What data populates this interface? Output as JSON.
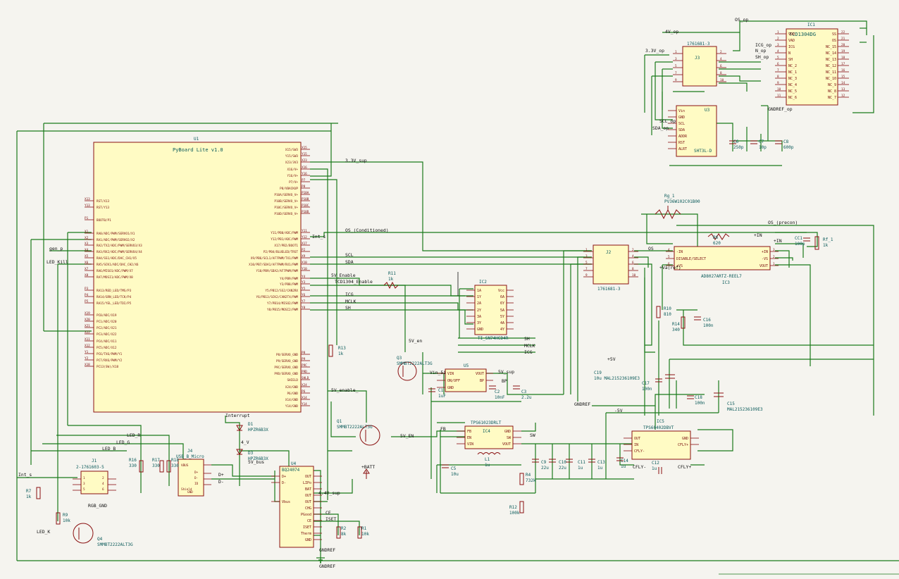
{
  "colors": {
    "background": "#f5f4ef",
    "wire": "#1a7a1a",
    "body": "#fffbc4",
    "outline": "#8a1010",
    "pin_text": "#7a0d0d",
    "ref_text": "#0a5a5a",
    "net_text": "#111111",
    "noconnect": "#1a1ab0"
  },
  "u1": {
    "ref": "U1",
    "title": "PyBoard Lite v1.0",
    "left_pins": [
      "RST/X13",
      "RST/Y13",
      "BOOT0/P1",
      "RA0/ADC/PWM/SERVO1/X1",
      "RA1/ADC/PWM/SERVO2/X2",
      "RA2/TX2/ADC/PWM/SERVO3/X3",
      "RA3/RX2/ADC/PWM/SERVO4/X4",
      "RA4/SS1/ADC/DAC_CH1/X5",
      "RA5/SCK1/ADC/DAC_CH2/X6",
      "RA6/MISO1/ADC/PWM/X7",
      "RA7/MOSI1/ADC/PWM/X8",
      "RA13/RED_LED/TMS/P3",
      "RA14/GRN_LED/TCK/P4",
      "RA15/YEL_LED/TDI/P5",
      "PC0/ADC/X19",
      "PC1/ADC/X20",
      "PC2/ADC/X21",
      "PC3/ADC/X22",
      "PC4/ADC/X11",
      "PC5/ADC/X12",
      "PC6/TX6/PWM/Y1",
      "PC7/RX6/PWM/Y2",
      "PC13(SW)/X18"
    ],
    "left_pin_nums": [
      "X13",
      "Y13",
      "P1",
      "X1",
      "X2",
      "X3",
      "X4",
      "X5",
      "X6",
      "X7",
      "X8",
      "P3",
      "P4",
      "P5",
      "X19",
      "X20",
      "X21",
      "X22",
      "X11",
      "X12",
      "Y1",
      "Y2",
      "X18"
    ],
    "right_pins_top": [
      "X15/SW3",
      "Y15/SW3",
      "X23/3V3",
      "X16/V+",
      "Y16/V+",
      "P7/V+",
      "P8/VBACKUP",
      "P10A/SERVO_V+",
      "P10B/SERVO_V+",
      "P10C/SERVO_V+",
      "P10D/SERVO_V+"
    ],
    "right_pin_nums_top": [
      "X15",
      "Y15",
      "X23",
      "X16",
      "Y16",
      "P7",
      "P8",
      "P10A",
      "P10B",
      "P10C",
      "P10D"
    ],
    "right_pins_mid": [
      "Y11/PB0/ADC/PWM",
      "Y12/PB1/ADC/PWM",
      "X17/PB2/BOOT1",
      "P2/PB4/BLUELED/TRST",
      "X9/PB6/SCL1/AF7PWM/TX1/PWM",
      "X10/PB7/SDA1/AF7PWM/RX1/PWM",
      "Y10/PB9/SDA2/AF7PWM/PWM",
      "Y4/PB9/PWM",
      "Y3/PB8/PWM",
      "Y5/PB12/SS2/CAN2RX",
      "Y6/PB13/SCK2/CAN2TX/PWM",
      "Y7/PB14/MISO2/PWM",
      "Y8/PB15/MOSI2/PWM"
    ],
    "right_pin_nums_mid": [
      "Y11",
      "Y12",
      "X17",
      "P2",
      "X9",
      "X10",
      "Y10",
      "Y4",
      "Y3",
      "Y5",
      "Y6",
      "Y7",
      "Y8"
    ],
    "right_pins_bot": [
      "P8/SERVO_GND",
      "P9/SERVO_GND",
      "P9C/SERVO_GND",
      "P9D/SERVO_GND",
      "SHIELD",
      "X24/GND",
      "P6/GND",
      "X14/GND",
      "Y14/GND"
    ],
    "right_pin_nums_bot": [
      "P8",
      "P9",
      "P9C",
      "P9D",
      "SHLD",
      "X24",
      "P6",
      "X14",
      "Y14"
    ]
  },
  "ic1": {
    "ref": "IC1",
    "title": "TCD1304DG",
    "left_pins": [
      "VDD",
      "VAD",
      "ICG",
      "N",
      "SH",
      "NC_2",
      "NC_1",
      "NC_3",
      "NC_4",
      "NC_5",
      "NC_6"
    ],
    "left_nums": [
      "1",
      "2",
      "3",
      "4",
      "5",
      "6",
      "7",
      "8",
      "9",
      "10",
      "11"
    ],
    "right_pins": [
      "SS",
      "OS",
      "NC_15",
      "NC_14",
      "NC_13",
      "NC_12",
      "NC_11",
      "NC_10",
      "NC_9",
      "NC_8",
      "NC_7"
    ],
    "right_nums": [
      "22",
      "21",
      "20",
      "19",
      "18",
      "17",
      "16",
      "15",
      "14",
      "13",
      "12"
    ]
  },
  "j3": {
    "ref": "J3",
    "title": "1761681-3",
    "pin_nums_left": [
      "1",
      "3",
      "5",
      "7",
      "9"
    ],
    "pin_nums_right": [
      "2",
      "4",
      "6",
      "8",
      "10"
    ]
  },
  "u3": {
    "ref": "U3",
    "title": "SHT3L-D",
    "pins": [
      "Vin",
      "GND",
      "SCL",
      "SDA",
      "ADDR",
      "RST",
      "ALRT"
    ]
  },
  "j2": {
    "ref": "J2",
    "title": "1761681-3",
    "pin_nums_left": [
      "1",
      "3",
      "5",
      "7",
      "9"
    ],
    "pin_nums_right": [
      "2",
      "4",
      "6",
      "8",
      "10"
    ]
  },
  "ic3": {
    "ref": "IC3",
    "title": "AD8027ARTZ-REEL7",
    "left_pins": [
      "-IN",
      "DISABLE/SELECT",
      "+VS"
    ],
    "left_nums": [
      "4",
      "5",
      "6"
    ],
    "right_pins": [
      "+IN",
      "-VS",
      "VOUT"
    ],
    "right_nums": [
      "3",
      "2",
      "1"
    ]
  },
  "ic2": {
    "ref": "IC2",
    "title": "TI_SN74HCD4R",
    "left_pins": [
      "1A",
      "1Y",
      "2A",
      "2Y",
      "3A",
      "3Y",
      "GND"
    ],
    "right_pins": [
      "Vcc",
      "6A",
      "6Y",
      "5A",
      "5Y",
      "4A",
      "4Y"
    ]
  },
  "u5": {
    "ref": "U5",
    "pins_left": [
      "VIN",
      "ON/OFF",
      "GND"
    ],
    "pins_right": [
      "VOUT",
      "BP"
    ]
  },
  "ic4": {
    "ref": "IC4",
    "title": "TPS61023DRLT",
    "pins_left": [
      "FB",
      "EN",
      "VIN"
    ],
    "pins_right": [
      "GND",
      "SW",
      "VOUT"
    ]
  },
  "ic5": {
    "ref": "IC5",
    "title": "TPS60402DBVT",
    "pins_left": [
      "OUT",
      "IN",
      "CFLY-"
    ],
    "pins_right": [
      "GND",
      "CFLY+"
    ]
  },
  "u4": {
    "ref": "U4",
    "title": "BQ24074",
    "left_pins": [
      "D+",
      "D-",
      "",
      "",
      "",
      "Vbus"
    ],
    "right_pins": [
      "OUT",
      "LIPo",
      "BAT",
      "OUT",
      "OUT",
      "CHG",
      "PGood",
      "CE",
      "ISET",
      "Therm",
      "GND"
    ]
  },
  "j4": {
    "ref": "J4",
    "title": "USB_B_Micro",
    "pins": [
      "VBUS",
      "D-",
      "D+",
      "ID",
      "GND",
      "Shield"
    ]
  },
  "j1": {
    "ref": "J1",
    "title": "2-1761603-5",
    "pin_nums": [
      "1",
      "2",
      "3",
      "4",
      "5",
      "6"
    ]
  },
  "components": [
    {
      "ref": "Rg_1",
      "value": "PV36W102C01B00"
    },
    {
      "ref": "R6",
      "value": "620"
    },
    {
      "ref": "Rf_1",
      "value": "1k"
    },
    {
      "ref": "CC1",
      "value": "100p"
    },
    {
      "ref": "R10",
      "value": "810"
    },
    {
      "ref": "R14",
      "value": "340"
    },
    {
      "ref": "C16",
      "value": "100n"
    },
    {
      "ref": "C19",
      "value": "10u MAL215236109E3"
    },
    {
      "ref": "C17",
      "value": "100n"
    },
    {
      "ref": "C18",
      "value": "100n"
    },
    {
      "ref": "C15",
      "value": "MAL215236109E3"
    },
    {
      "ref": "C6",
      "value": "250p"
    },
    {
      "ref": "C7",
      "value": "10p"
    },
    {
      "ref": "C8",
      "value": "600p"
    },
    {
      "ref": "R11",
      "value": "1k"
    },
    {
      "ref": "R13",
      "value": "1k"
    },
    {
      "ref": "Q3",
      "value": "SMMBT2222ALT3G"
    },
    {
      "ref": "Q1",
      "value": "SMMBT2222ALT3G"
    },
    {
      "ref": "Q4",
      "value": "SMMBT2222ALT3G"
    },
    {
      "ref": "C1",
      "value": "1uF"
    },
    {
      "ref": "C2",
      "value": "10nF"
    },
    {
      "ref": "C3",
      "value": "2.2u"
    },
    {
      "ref": "C5",
      "value": "10u"
    },
    {
      "ref": "R4",
      "value": "732k"
    },
    {
      "ref": "R12",
      "value": "100k"
    },
    {
      "ref": "L1",
      "value": "1u"
    },
    {
      "ref": "C9",
      "value": "22u"
    },
    {
      "ref": "C10",
      "value": "22u"
    },
    {
      "ref": "C11",
      "value": "1u"
    },
    {
      "ref": "C13",
      "value": "1u"
    },
    {
      "ref": "C14",
      "value": "1u"
    },
    {
      "ref": "C12",
      "value": "1u"
    },
    {
      "ref": "D1",
      "value": "HPZR6B3X"
    },
    {
      "ref": "D3",
      "value": "HPZR6B3X"
    },
    {
      "ref": "R2",
      "value": "8k"
    },
    {
      "ref": "R1",
      "value": "10k"
    },
    {
      "ref": "R16",
      "value": "330"
    },
    {
      "ref": "R17",
      "value": "330"
    },
    {
      "ref": "R18",
      "value": "330"
    },
    {
      "ref": "R7",
      "value": "1k"
    },
    {
      "ref": "R9",
      "value": "10k"
    }
  ],
  "nets": {
    "os_op": "OS_op",
    "v4_op": "4V_op",
    "v33_op": "3.3V_op",
    "icg_op": "ICG_op",
    "n_op": "N_op",
    "sh_op": "SH_op",
    "scl_op": "SCL_op",
    "sda_op": "SDA_op",
    "gndref_op": "GNDREF_op",
    "v33_sup": "3.3V_sup",
    "int_s": "Int_s",
    "os_cond": "OS_(Conditioned)",
    "scl": "SCL",
    "sda": "SDA",
    "v5_enable": "5V_Enable",
    "tcd_enable": "TCD1304_Enable",
    "icg": "ICG",
    "mclk": "MCLK",
    "sh": "SH",
    "gen_p": "gen_p",
    "led_kill": "LED_Kill",
    "os_precon": "OS_(precon)",
    "plus_in": "+IN",
    "os": "OS",
    "vref": "+Va(ref)",
    "sh_bar": "SH",
    "mclk2": "MCLK",
    "icg2": "ICG",
    "v5_en": "5V_en",
    "v5_sup": "5V_sup",
    "plus5": "+5V",
    "minus5": "-5V",
    "gndref": "GNDREF",
    "bp": "BP",
    "vin_5i": "Vin_5i",
    "v5_enable2": "5V_enable_",
    "v5_en2": "5V_EN",
    "fb": "FB",
    "sw": "SW",
    "interrupt": "Interrupt",
    "led_r": "LED_R",
    "led_g": "LED_G",
    "led_b": "LED_B",
    "v4": "4_V",
    "v5_bus": "5V_bus",
    "plus_batt": "+BATT",
    "v44_sup": "4.4V_sup",
    "ce": "CE",
    "iset": "ISET",
    "rgb_gnd": "RGB_GND",
    "led_k": "LED_K",
    "int_s2": "Int_s",
    "gndref2": "GNDREF",
    "gndref3": "GNDREF",
    "cfly_minus": "CFLY-",
    "cfly_plus": "CFLY+",
    "d_plus": "D+",
    "d_minus": "D-",
    "plus_in2": "+IN"
  }
}
